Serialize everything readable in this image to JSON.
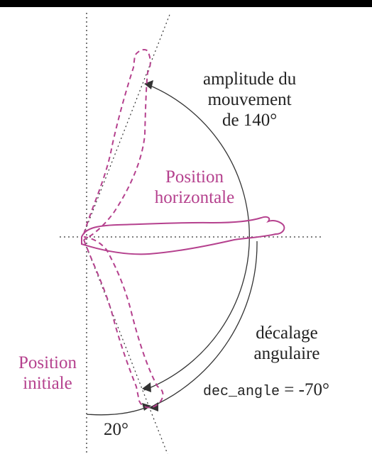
{
  "labels": {
    "amplitude": [
      "amplitude du",
      "mouvement",
      "de 140°"
    ],
    "horizontal": [
      "Position",
      "horizontale"
    ],
    "initial": [
      "Position",
      "initiale"
    ],
    "decalage": [
      "décalage",
      "angulaire"
    ],
    "dec_angle_code": "dec_angle",
    "dec_angle_value": "= -70°",
    "angle_20": "20°"
  },
  "colors": {
    "arm": "#b5418e",
    "text": "#222222",
    "line": "#333333"
  }
}
